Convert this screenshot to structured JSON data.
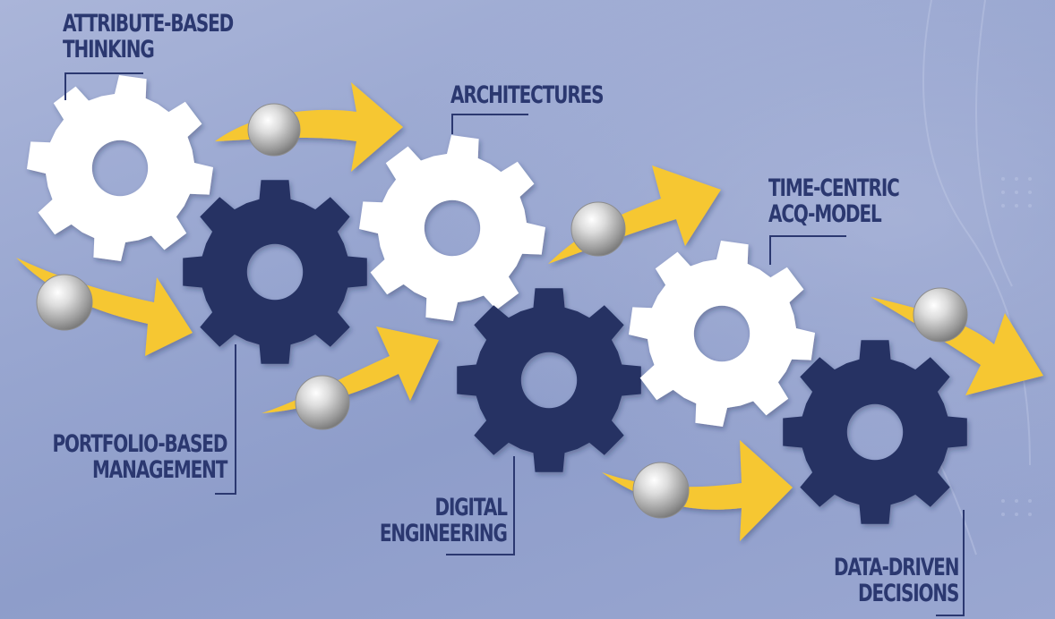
{
  "stages": [
    {
      "id": "attribute-based-thinking",
      "lines": [
        "ATTRIBUTE-BASED",
        "THINKING"
      ],
      "gear_color": "white"
    },
    {
      "id": "portfolio-based-management",
      "lines": [
        "PORTFOLIO-BASED",
        "MANAGEMENT"
      ],
      "gear_color": "navy"
    },
    {
      "id": "architectures",
      "lines": [
        "ARCHITECTURES"
      ],
      "gear_color": "white"
    },
    {
      "id": "digital-engineering",
      "lines": [
        "DIGITAL",
        "ENGINEERING"
      ],
      "gear_color": "navy"
    },
    {
      "id": "time-centric-acq-model",
      "lines": [
        "TIME-CENTRIC",
        "ACQ-MODEL"
      ],
      "gear_color": "white"
    },
    {
      "id": "data-driven-decisions",
      "lines": [
        "DATA-DRIVEN",
        "DECISIONS"
      ],
      "gear_color": "navy"
    }
  ],
  "colors": {
    "label_text": "#2b3870",
    "gear_navy": "#253264",
    "gear_white": "#ffffff",
    "arrow_yellow": "#f6c730",
    "ball_silver": "#bfbfbf",
    "leader_line": "#2b3870"
  }
}
